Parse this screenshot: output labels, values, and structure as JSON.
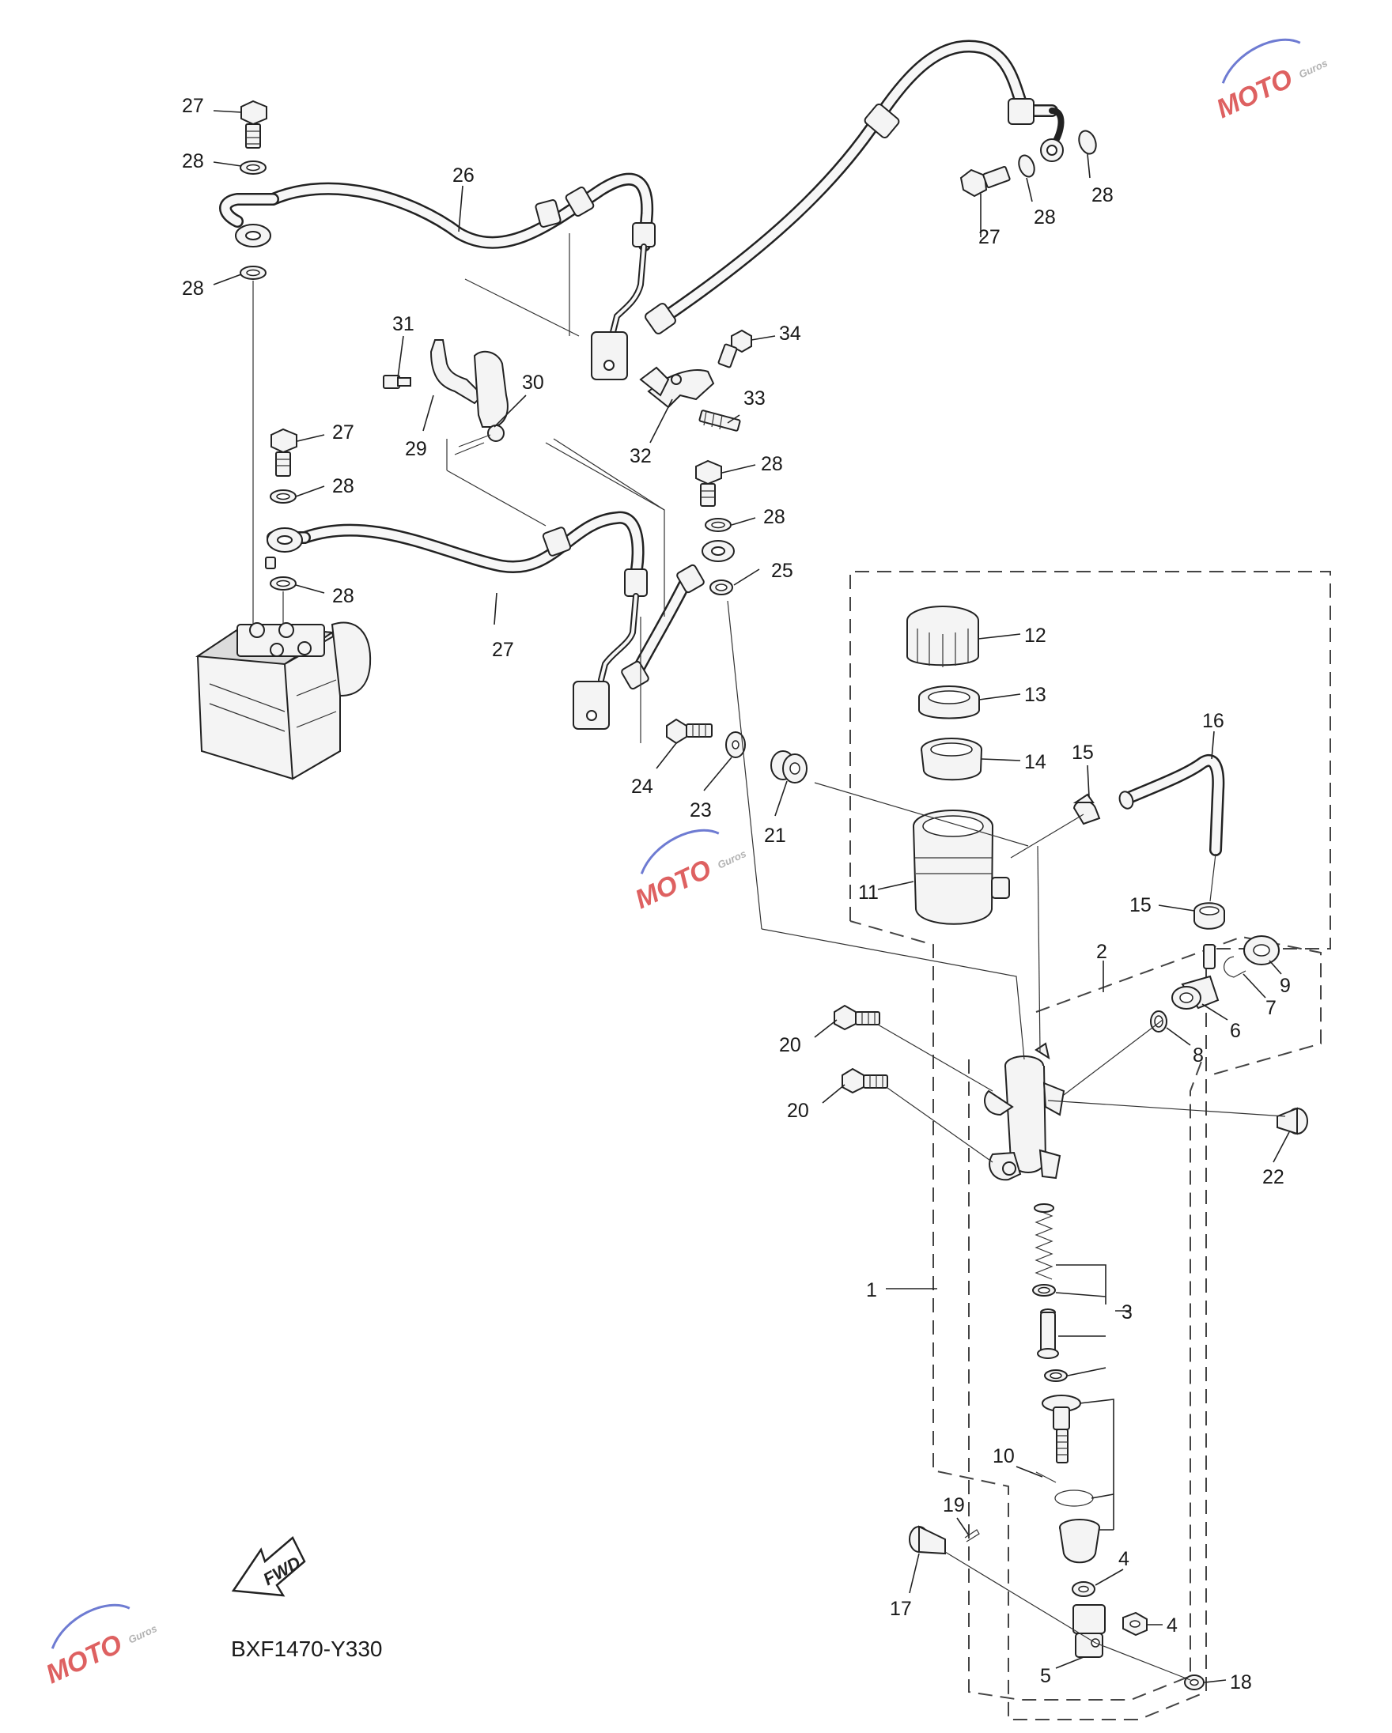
{
  "diagram_code": "BXF1470-Y330",
  "fwd_label": "FWD",
  "watermark": {
    "brand": "MOTO",
    "suffix": "Guros",
    "colors": {
      "red": "#d63a3a",
      "blue": "#4a5bc7",
      "gray": "#a0a0a0"
    }
  },
  "callouts": [
    {
      "id": "c27a",
      "num": "27"
    },
    {
      "id": "c28a",
      "num": "28"
    },
    {
      "id": "c28b",
      "num": "28"
    },
    {
      "id": "c26",
      "num": "26"
    },
    {
      "id": "c31",
      "num": "31"
    },
    {
      "id": "c29",
      "num": "29"
    },
    {
      "id": "c30",
      "num": "30"
    },
    {
      "id": "c34",
      "num": "34"
    },
    {
      "id": "c33",
      "num": "33"
    },
    {
      "id": "c32",
      "num": "32"
    },
    {
      "id": "c27b",
      "num": "27"
    },
    {
      "id": "c28c",
      "num": "28"
    },
    {
      "id": "c28d",
      "num": "28"
    },
    {
      "id": "c27c",
      "num": "27"
    },
    {
      "id": "c28e",
      "num": "28"
    },
    {
      "id": "c28f",
      "num": "28"
    },
    {
      "id": "c25",
      "num": "25"
    },
    {
      "id": "c27d",
      "num": "27"
    },
    {
      "id": "c28g",
      "num": "28"
    },
    {
      "id": "c28h",
      "num": "28"
    },
    {
      "id": "c12",
      "num": "12"
    },
    {
      "id": "c13",
      "num": "13"
    },
    {
      "id": "c14",
      "num": "14"
    },
    {
      "id": "c16",
      "num": "16"
    },
    {
      "id": "c15a",
      "num": "15"
    },
    {
      "id": "c11",
      "num": "11"
    },
    {
      "id": "c24",
      "num": "24"
    },
    {
      "id": "c23",
      "num": "23"
    },
    {
      "id": "c21",
      "num": "21"
    },
    {
      "id": "c15b",
      "num": "15"
    },
    {
      "id": "c2",
      "num": "2"
    },
    {
      "id": "c9",
      "num": "9"
    },
    {
      "id": "c7",
      "num": "7"
    },
    {
      "id": "c6",
      "num": "6"
    },
    {
      "id": "c8",
      "num": "8"
    },
    {
      "id": "c20a",
      "num": "20"
    },
    {
      "id": "c20b",
      "num": "20"
    },
    {
      "id": "c22",
      "num": "22"
    },
    {
      "id": "c1",
      "num": "1"
    },
    {
      "id": "c3",
      "num": "3"
    },
    {
      "id": "c10",
      "num": "10"
    },
    {
      "id": "c19",
      "num": "19"
    },
    {
      "id": "c4a",
      "num": "4"
    },
    {
      "id": "c4b",
      "num": "4"
    },
    {
      "id": "c17",
      "num": "17"
    },
    {
      "id": "c5",
      "num": "5"
    },
    {
      "id": "c18",
      "num": "18"
    }
  ]
}
